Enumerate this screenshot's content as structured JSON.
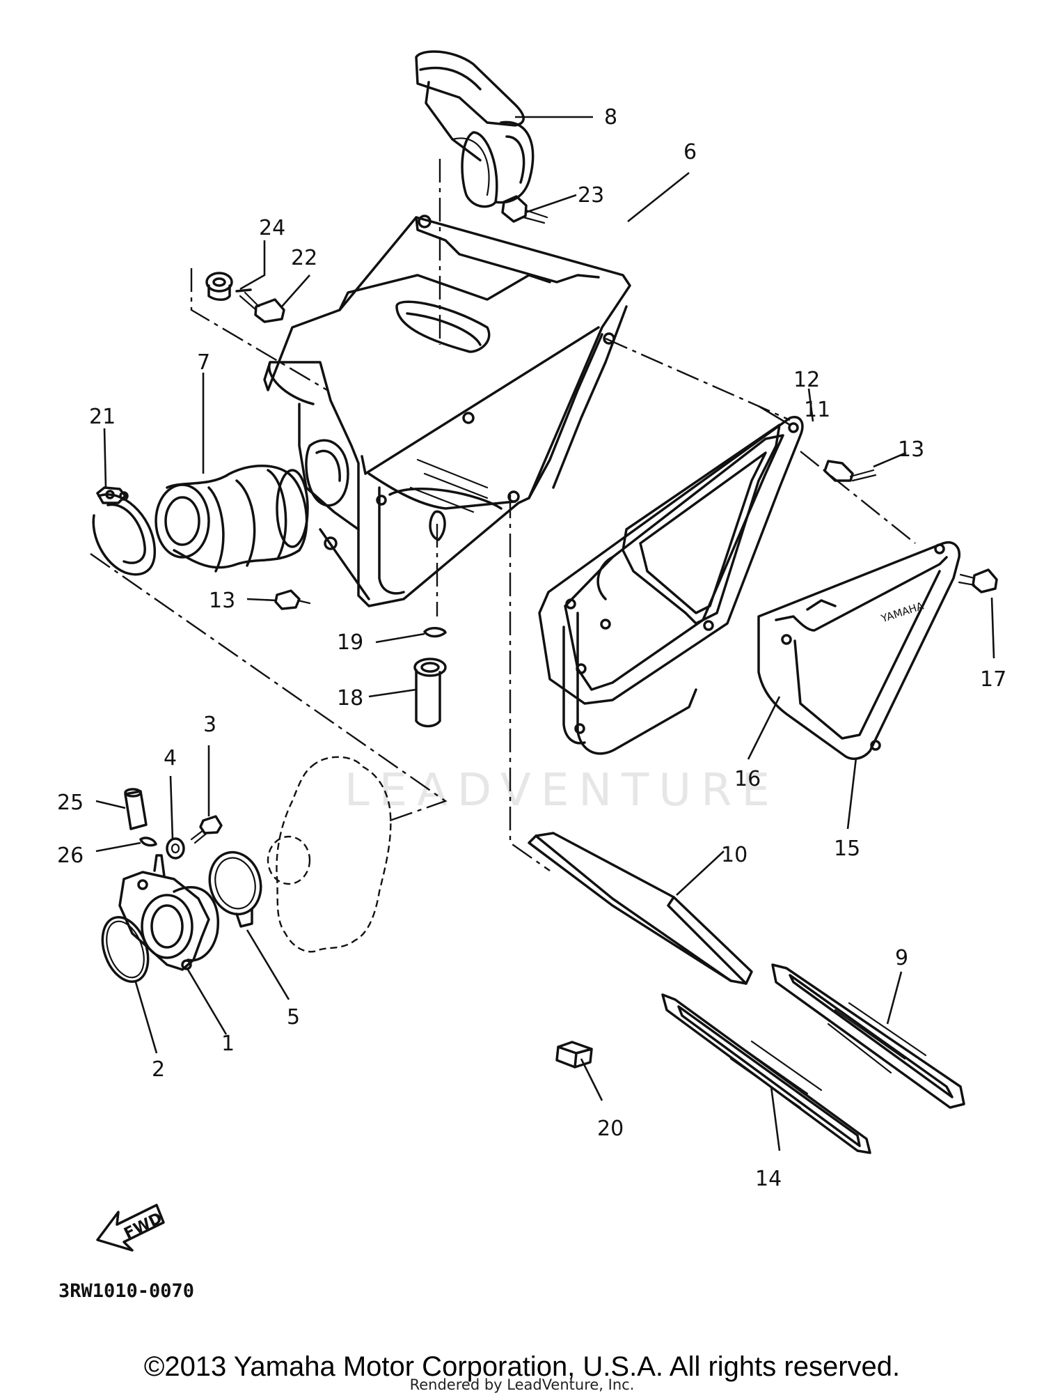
{
  "callouts": [
    {
      "id": "1",
      "label": "1"
    },
    {
      "id": "2",
      "label": "2"
    },
    {
      "id": "3",
      "label": "3"
    },
    {
      "id": "4",
      "label": "4"
    },
    {
      "id": "5",
      "label": "5"
    },
    {
      "id": "6",
      "label": "6"
    },
    {
      "id": "7",
      "label": "7"
    },
    {
      "id": "8",
      "label": "8"
    },
    {
      "id": "9",
      "label": "9"
    },
    {
      "id": "10",
      "label": "10"
    },
    {
      "id": "11",
      "label": "11"
    },
    {
      "id": "12",
      "label": "12"
    },
    {
      "id": "13a",
      "label": "13"
    },
    {
      "id": "13b",
      "label": "13"
    },
    {
      "id": "14",
      "label": "14"
    },
    {
      "id": "15",
      "label": "15"
    },
    {
      "id": "16",
      "label": "16"
    },
    {
      "id": "17",
      "label": "17"
    },
    {
      "id": "18",
      "label": "18"
    },
    {
      "id": "19",
      "label": "19"
    },
    {
      "id": "20",
      "label": "20"
    },
    {
      "id": "21",
      "label": "21"
    },
    {
      "id": "22",
      "label": "22"
    },
    {
      "id": "23",
      "label": "23"
    },
    {
      "id": "24",
      "label": "24"
    },
    {
      "id": "25",
      "label": "25"
    },
    {
      "id": "26",
      "label": "26"
    }
  ],
  "cover_brand": "YAMAHA",
  "fwd_label": "FWD",
  "watermark": "LEADVENTURE",
  "diagram_code": "3RW1010-0070",
  "copyright": "©2013 Yamaha Motor Corporation, U.S.A. All rights reserved.",
  "rendered_by": "Rendered by LeadVenture, Inc."
}
